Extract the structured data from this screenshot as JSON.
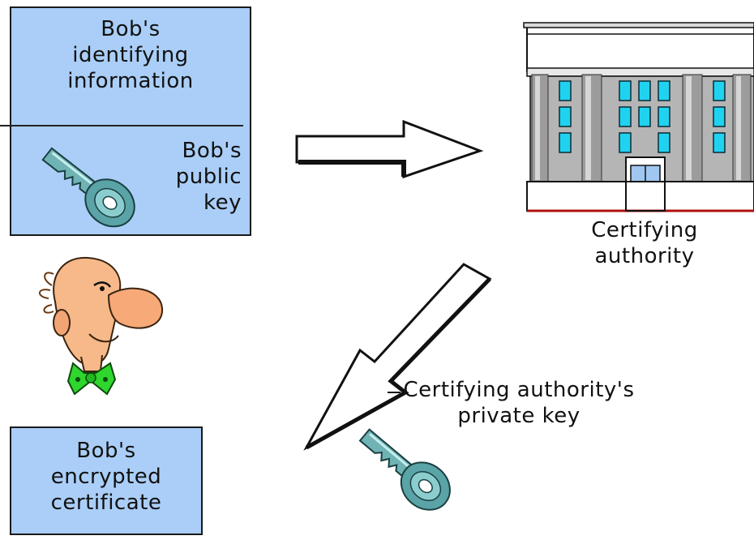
{
  "top_box": {
    "info_lines": [
      "Bob's",
      "identifying",
      "information"
    ],
    "key_lines": [
      "Bob's",
      "public",
      "key"
    ]
  },
  "authority": {
    "label_lines": [
      "Certifying",
      "authority"
    ]
  },
  "signing": {
    "label_lines": [
      "Certifying authority's",
      "private key"
    ]
  },
  "certificate_box": {
    "lines": [
      "Bob's",
      "encrypted",
      "certificate"
    ]
  },
  "icons": {
    "public_key": "key-icon",
    "private_key": "key-icon",
    "building": "bank-building-icon",
    "person": "bob-cartoon-icon",
    "send_arrow": "arrow-right-icon",
    "return_arrow": "arrow-down-left-icon"
  },
  "colors": {
    "box_fill": "#aacef7",
    "window_cyan": "#1fd3f0",
    "key_teal": "#6fb3b5",
    "bowtie_green": "#2ed62e",
    "skin": "#f7b98a"
  }
}
